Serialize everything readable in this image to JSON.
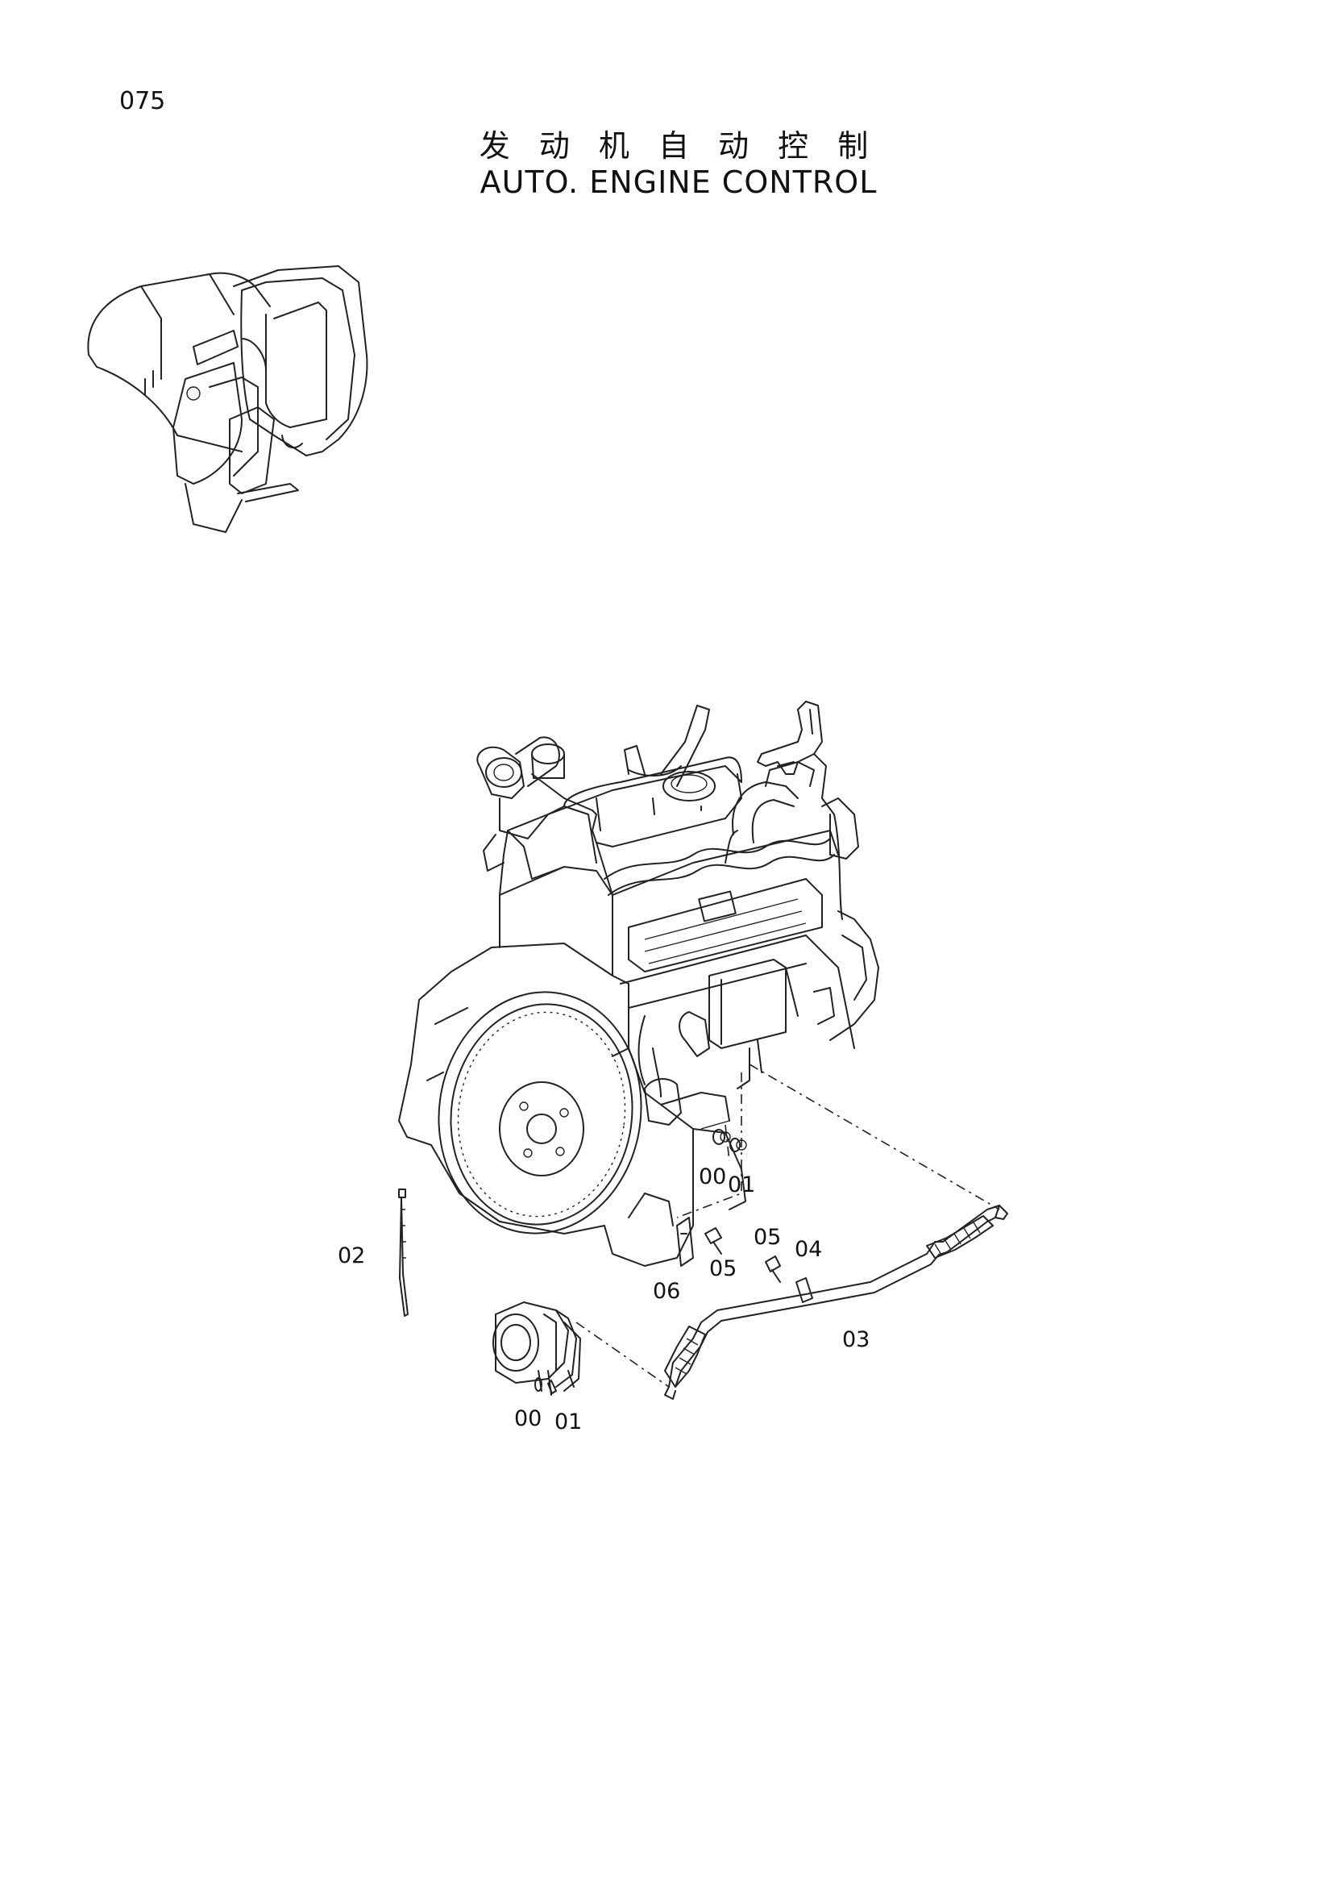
{
  "page": {
    "number": "075"
  },
  "title": {
    "chinese": "发 动 机 自 动 控 制",
    "english": "AUTO. ENGINE  CONTROL"
  },
  "callouts": {
    "c00a": "00",
    "c01a": "01",
    "c02": "02",
    "c03": "03",
    "c04": "04",
    "c05a": "05",
    "c05b": "05",
    "c06": "06",
    "c00b": "00",
    "c01b": "01"
  }
}
